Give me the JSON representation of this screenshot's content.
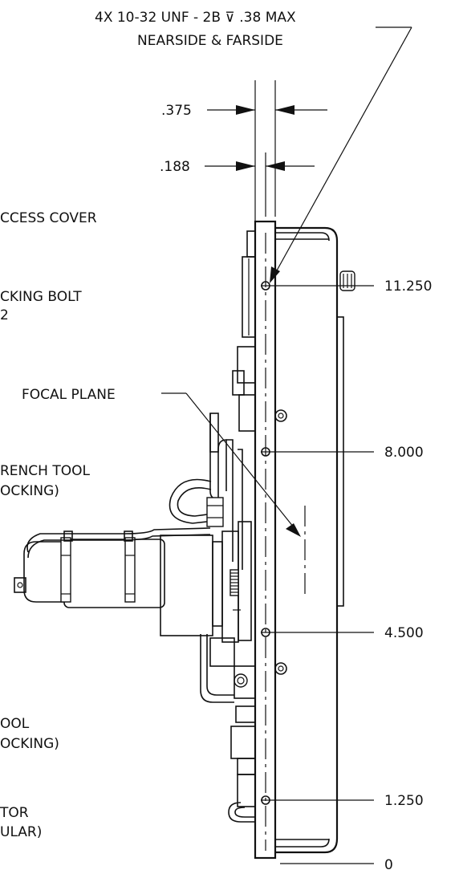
{
  "thread_note": {
    "line1": "4X 10-32 UNF - 2B ⊽ .38 MAX",
    "line2": "NEARSIDE & FARSIDE"
  },
  "dimensions": {
    "width_outer": ".375",
    "width_center": ".188",
    "h_11250": "11.250",
    "h_8000": "8.000",
    "h_4500": "4.500",
    "h_1250": "1.250",
    "h_0": "0"
  },
  "callouts": {
    "access_cover": "CCESS COVER",
    "locking_bolt_1": "CKING BOLT",
    "locking_bolt_2": "2",
    "focal_plane": "FOCAL PLANE",
    "wrench_tool_1": "RENCH TOOL",
    "wrench_tool_2": "OCKING)",
    "tool_1": "OOL",
    "tool_2": "OCKING)",
    "tor_1": "TOR",
    "tor_2": "ULAR)"
  }
}
